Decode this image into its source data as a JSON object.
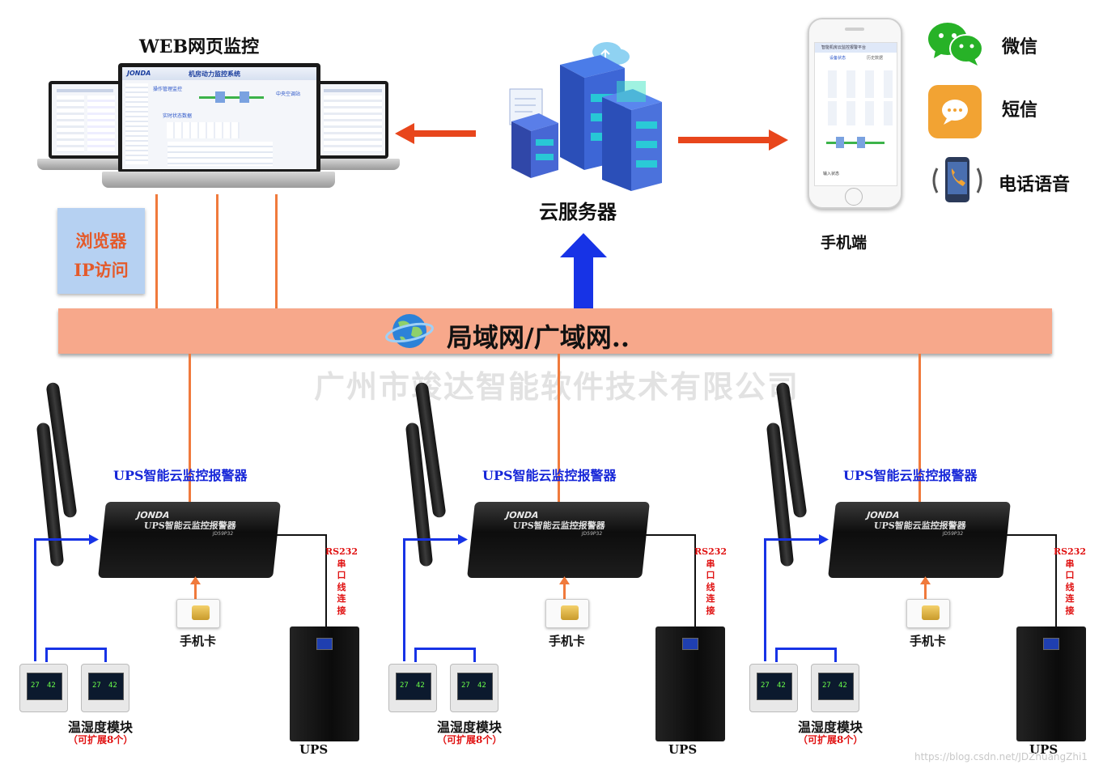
{
  "labels": {
    "web_monitor": "WEB网页监控",
    "browser_line1": "浏览器",
    "browser_line2": "IP访问",
    "cloud_server": "云服务器",
    "phone_end": "手机端",
    "wechat": "微信",
    "sms": "短信",
    "voice": "电话语音",
    "network": "局域网/广域网..",
    "watermark": "广州市竣达智能软件技术有限公司",
    "footer_url": "https://blog.csdn.net/JDZhuangZhi1"
  },
  "laptop_screen": {
    "brand": "JONDA",
    "title": "机房动力监控系统",
    "panel1": "操作管理监控",
    "panel2": "实时状态数据",
    "panel3": "中央空调站"
  },
  "phone_screen": {
    "header": "智能机房云监控报警平台",
    "tab1": "设备状态",
    "tab2": "历史数据",
    "item": "输入状态"
  },
  "units": [
    {
      "title": "UPS智能云监控报警器",
      "device_brand": "JONDA",
      "device_name": "UPS智能云监控报警器",
      "device_model": "JD59P32",
      "sim_label": "手机卡",
      "rs232_line1": "RS232",
      "rs232_line2": "串",
      "rs232_line3": "口",
      "rs232_line4": "线",
      "rs232_line5": "连",
      "rs232_line6": "接",
      "sensor_label": "温湿度模块",
      "sensor_sub": "（可扩展8个）",
      "sensor_reading_t": "27",
      "sensor_reading_h": "42",
      "ups_label": "UPS"
    },
    {
      "title": "UPS智能云监控报警器",
      "device_brand": "JONDA",
      "device_name": "UPS智能云监控报警器",
      "device_model": "JD59P32",
      "sim_label": "手机卡",
      "rs232_line1": "RS232",
      "rs232_line2": "串",
      "rs232_line3": "口",
      "rs232_line4": "线",
      "rs232_line5": "连",
      "rs232_line6": "接",
      "sensor_label": "温湿度模块",
      "sensor_sub": "（可扩展8个）",
      "sensor_reading_t": "27",
      "sensor_reading_h": "42",
      "ups_label": "UPS"
    },
    {
      "title": "UPS智能云监控报警器",
      "device_brand": "JONDA",
      "device_name": "UPS智能云监控报警器",
      "device_model": "JD59P32",
      "sim_label": "手机卡",
      "rs232_line1": "RS232",
      "rs232_line2": "串",
      "rs232_line3": "口",
      "rs232_line4": "线",
      "rs232_line5": "连",
      "rs232_line6": "接",
      "sensor_label": "温湿度模块",
      "sensor_sub": "（可扩展8个）",
      "sensor_reading_t": "27",
      "sensor_reading_h": "42",
      "ups_label": "UPS"
    }
  ],
  "colors": {
    "link_orange": "#f07a3c",
    "arrow_red": "#e8461c",
    "arrow_blue": "#1733e6",
    "network_bar": "#f7a88b",
    "browser_box": "#b6d1f2",
    "alert_red": "#e01010",
    "title_blue": "#1626d8"
  },
  "icons": {
    "wechat": "wechat-icon",
    "sms": "sms-icon",
    "voice": "phone-call-icon",
    "globe": "globe-icon",
    "server": "server-icon"
  }
}
